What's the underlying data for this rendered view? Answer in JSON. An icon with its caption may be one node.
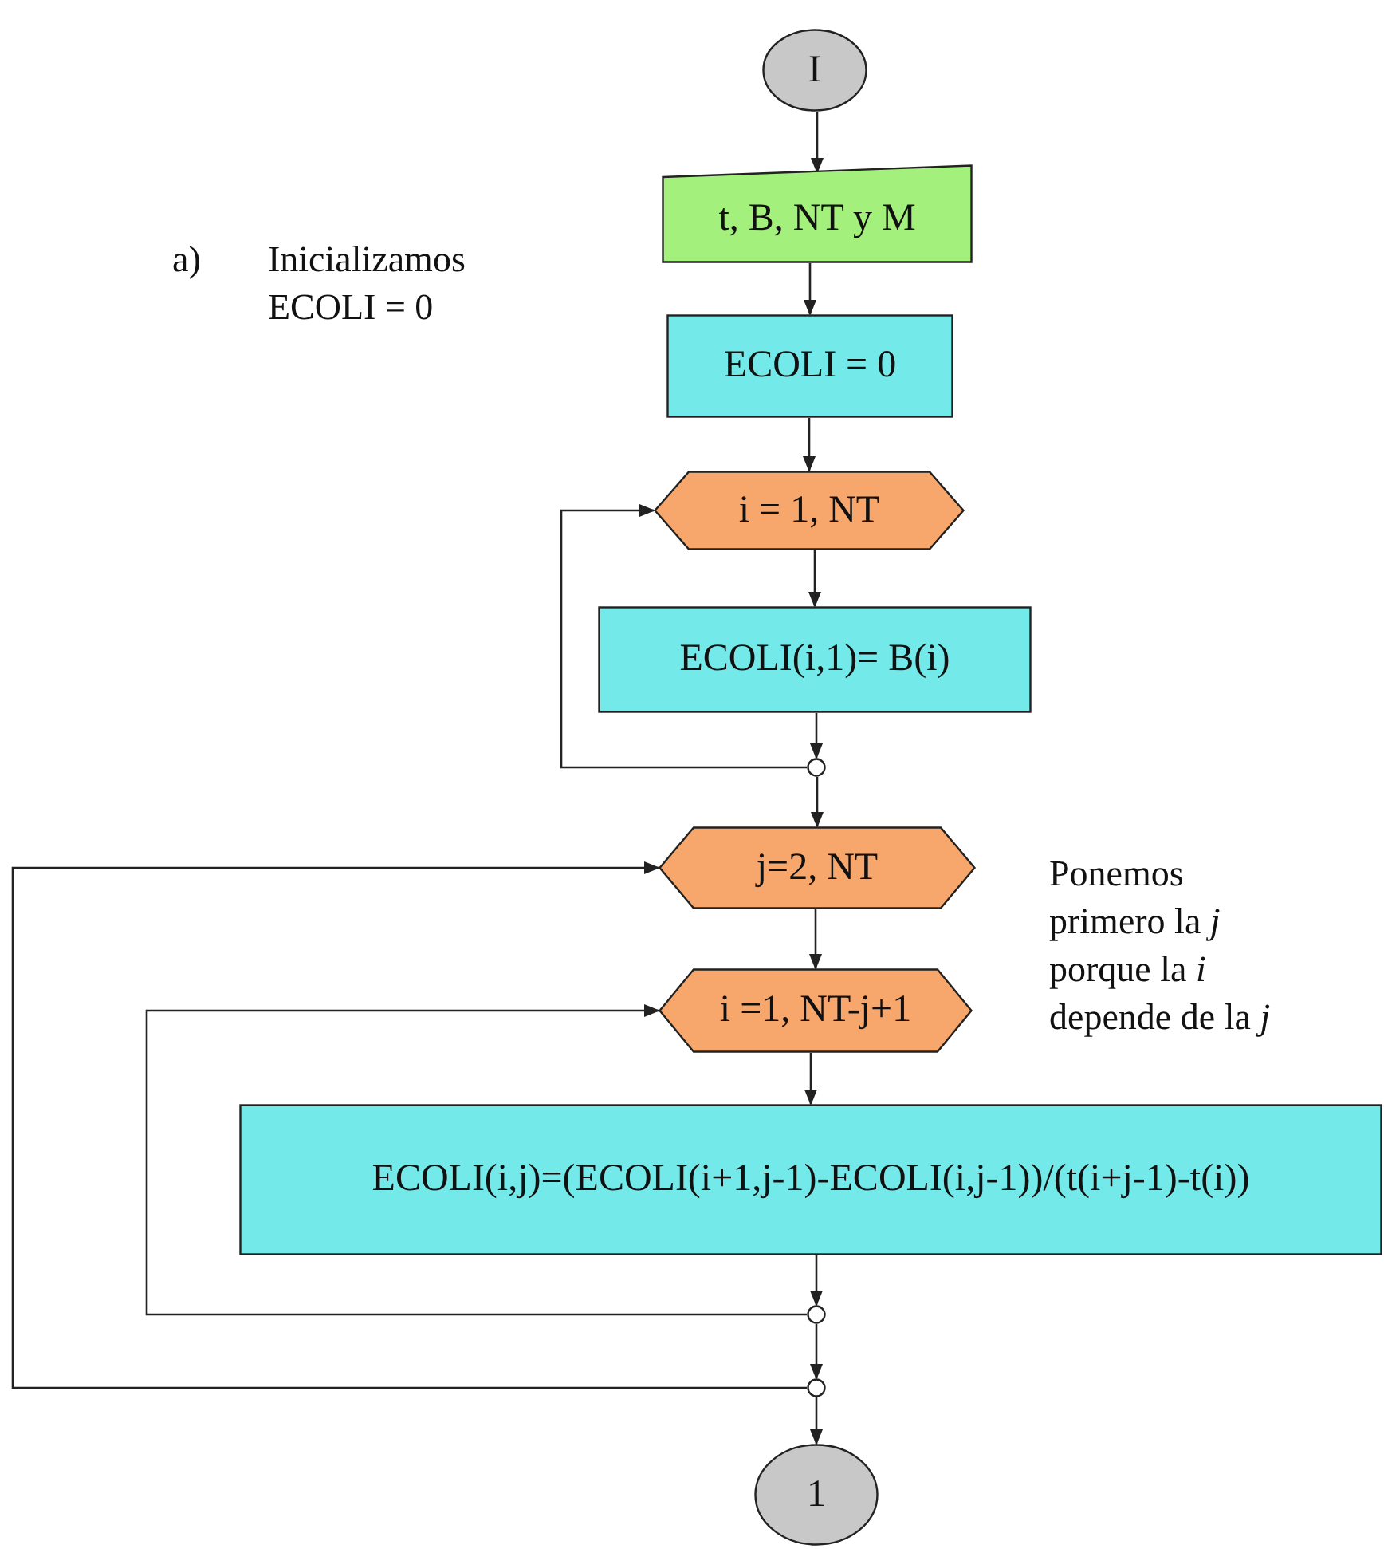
{
  "diagram": {
    "nodes": [
      {
        "text": [
          "I"
        ]
      },
      {
        "text": [
          "t, B, NT y M"
        ]
      },
      {
        "text": [
          "ECOLI = 0"
        ]
      },
      {
        "text": [
          "i = 1, NT"
        ]
      },
      {
        "text": [
          "ECOLI(i,1)= B(i)"
        ]
      },
      {
        "text": [],
        "shape": "circle"
      },
      {
        "text": [
          "j=2, NT"
        ]
      },
      {
        "text": [
          "i =1, NT-j+1"
        ]
      },
      {
        "text": [
          "ECOLI(i,j)=(ECOLI(i+1,j-1)-ECOLI(i,j-1))/(t(i+j-1)-t(i))"
        ]
      },
      {
        "text": [],
        "shape": "circle"
      },
      {
        "text": [],
        "shape": "circle"
      },
      {
        "text": [
          "1"
        ]
      }
    ],
    "edges": [
      {
        "from": 0,
        "to": 1,
        "arrow": "to"
      },
      {
        "from": 1,
        "to": 2,
        "arrow": "to"
      },
      {
        "from": 2,
        "to": 3,
        "arrow": "to"
      },
      {
        "from": 3,
        "to": 4,
        "arrow": "to"
      },
      {
        "from": 4,
        "to": 5,
        "arrow": "to"
      },
      {
        "from": 5,
        "to": 3,
        "arrow": "to"
      },
      {
        "from": 5,
        "to": 6,
        "arrow": "to"
      },
      {
        "from": 6,
        "to": 7,
        "arrow": "to"
      },
      {
        "from": 7,
        "to": 8,
        "arrow": "to"
      },
      {
        "from": 8,
        "to": 9,
        "arrow": "to"
      },
      {
        "from": 9,
        "to": 7,
        "arrow": "to"
      },
      {
        "from": 9,
        "to": 10,
        "arrow": "to"
      },
      {
        "from": 10,
        "to": 6,
        "arrow": "to"
      },
      {
        "from": 10,
        "to": 11,
        "arrow": "to"
      }
    ],
    "labels": [
      "a)",
      "Inicializamos ECOLI = 0",
      "Ponemos primero la *j* porque la *i* depende de la *j*"
    ]
  }
}
